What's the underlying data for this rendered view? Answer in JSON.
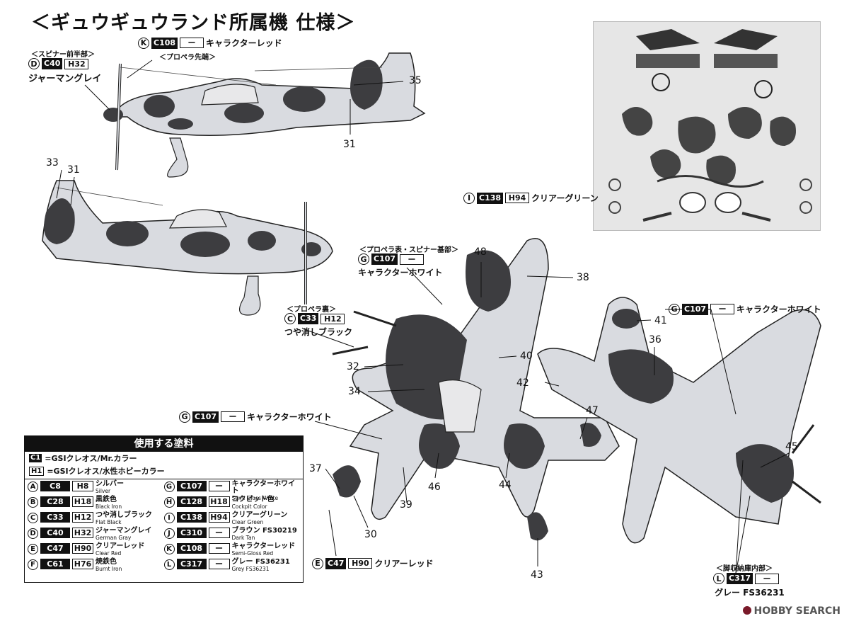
{
  "title": "＜ギュウギュウランド所属機 仕様＞",
  "callouts": {
    "K": {
      "letter": "K",
      "code": "C108",
      "hcode": "ー",
      "name": "キャラクターレッド",
      "note": "＜プロペラ先端＞"
    },
    "D": {
      "letter": "D",
      "code": "C40",
      "hcode": "H32",
      "name": "ジャーマングレイ",
      "note": "＜スピナー前半部＞"
    },
    "I": {
      "letter": "I",
      "code": "C138",
      "hcode": "H94",
      "name": "クリアーグリーン"
    },
    "G1": {
      "letter": "G",
      "code": "C107",
      "hcode": "ー",
      "name": "キャラクターホワイト",
      "note": "＜プロペラ表・スピナー基部＞"
    },
    "C": {
      "letter": "C",
      "code": "C33",
      "hcode": "H12",
      "name": "つや消しブラック",
      "note": "＜プロペラ裏＞"
    },
    "G2": {
      "letter": "G",
      "code": "C107",
      "hcode": "ー",
      "name": "キャラクターホワイト"
    },
    "G3": {
      "letter": "G",
      "code": "C107",
      "hcode": "ー",
      "name": "キャラクターホワイト"
    },
    "E": {
      "letter": "E",
      "code": "C47",
      "hcode": "H90",
      "name": "クリアーレッド"
    },
    "L": {
      "letter": "L",
      "code": "C317",
      "hcode": "ー",
      "name": "グレー FS36231",
      "note": "＜脚収納庫内部＞"
    }
  },
  "numbers": [
    "35",
    "31",
    "33",
    "31",
    "48",
    "38",
    "41",
    "36",
    "40",
    "32",
    "42",
    "34",
    "47",
    "45",
    "37",
    "46",
    "44",
    "39",
    "30",
    "43"
  ],
  "legend": {
    "header": "使用する塗料",
    "key1_tag": "C1",
    "key1": "=GSIクレオス/Mr.カラー",
    "key2_tag": "H1",
    "key2": "=GSIクレオス/水性ホビーカラー",
    "left": [
      {
        "letter": "A",
        "c": "C8",
        "h": "H8",
        "jp": "シルバー",
        "en": "Silver"
      },
      {
        "letter": "B",
        "c": "C28",
        "h": "H18",
        "jp": "黒鉄色",
        "en": "Black Iron"
      },
      {
        "letter": "C",
        "c": "C33",
        "h": "H12",
        "jp": "つや消しブラック",
        "en": "Flat Black"
      },
      {
        "letter": "D",
        "c": "C40",
        "h": "H32",
        "jp": "ジャーマングレイ",
        "en": "German Gray"
      },
      {
        "letter": "E",
        "c": "C47",
        "h": "H90",
        "jp": "クリアーレッド",
        "en": "Clear Red"
      },
      {
        "letter": "F",
        "c": "C61",
        "h": "H76",
        "jp": "焼鉄色",
        "en": "Burnt Iron"
      }
    ],
    "right": [
      {
        "letter": "G",
        "c": "C107",
        "h": "ー",
        "jp": "キャラクターホワイト",
        "en": "Semi Gloss White"
      },
      {
        "letter": "H",
        "c": "C128",
        "h": "H18",
        "jp": "コクピット色",
        "en": "Cockpit Color"
      },
      {
        "letter": "I",
        "c": "C138",
        "h": "H94",
        "jp": "クリアーグリーン",
        "en": "Clear Green"
      },
      {
        "letter": "J",
        "c": "C310",
        "h": "ー",
        "jp": "ブラウン FS30219",
        "en": "Dark Tan"
      },
      {
        "letter": "K",
        "c": "C108",
        "h": "ー",
        "jp": "キャラクターレッド",
        "en": "Semi-Gloss Red"
      },
      {
        "letter": "L",
        "c": "C317",
        "h": "ー",
        "jp": "グレー FS36231",
        "en": "Grey FS36231"
      }
    ]
  },
  "watermark": "HOBBY SEARCH",
  "colors": {
    "camo_dark": "#3d3d40",
    "camo_light": "#d9dbe0",
    "ink": "#111111"
  }
}
